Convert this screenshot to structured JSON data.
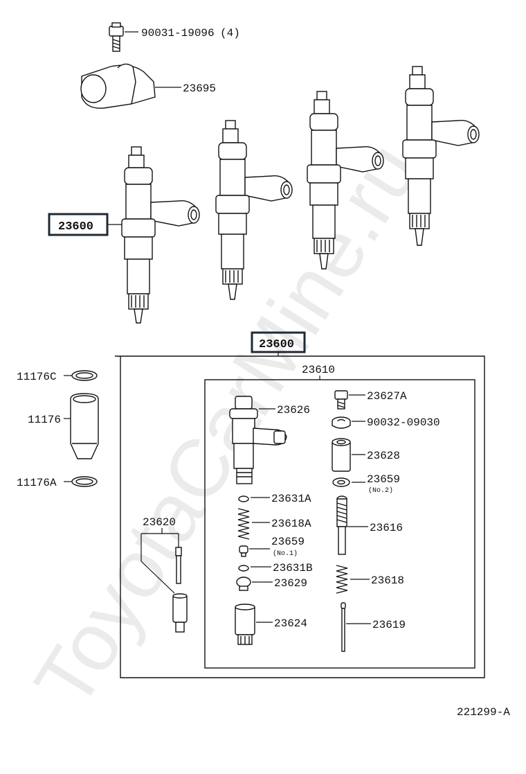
{
  "watermark": "ToyotaCarMine.ru",
  "diagram_code": "221299-A",
  "callouts": {
    "bolt_top": "90031-19096",
    "bolt_top_qty": "(4)",
    "clamp": "23695",
    "injector_assy_side": "23600",
    "injector_assy_set": "23600",
    "nozzle_holder_assy": "23610",
    "gasket_c": "11176C",
    "seat": "11176",
    "gasket_a": "11176A",
    "body_tool": "23620",
    "holder_body": "23626",
    "bolt_627a": "23627A",
    "nut": "90032-09030",
    "retaining_nut": "23628",
    "washer_659_no2": "23659",
    "washer_659_no2_note": "(No.2)",
    "washer_631a": "23631A",
    "spring_618a": "23618A",
    "seat_659_no1": "23659",
    "seat_659_no1_note": "(No.1)",
    "washer_631b": "23631B",
    "seat_629": "23629",
    "spacer": "23616",
    "spring_618": "23618",
    "nozzle_624": "23624",
    "rod_619": "23619"
  },
  "colors": {
    "line": "#111111",
    "paper": "#ffffff"
  }
}
